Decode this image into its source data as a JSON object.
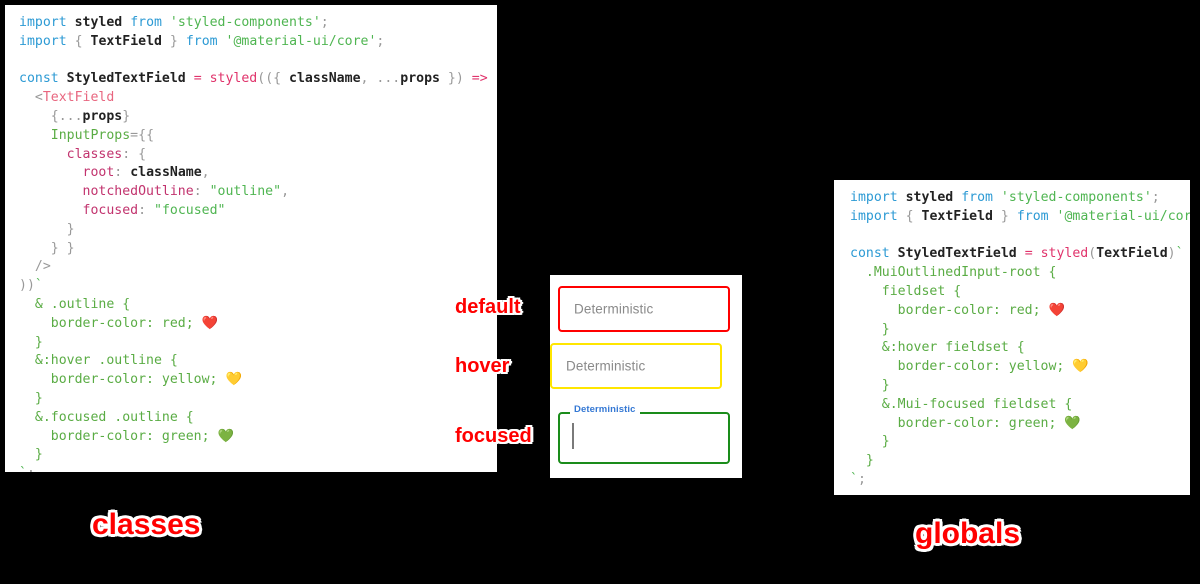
{
  "theme": {
    "background": "#000000",
    "panel_background": "#ffffff",
    "annotation_color": "#ff0000",
    "annotation_stroke": "#ffffff",
    "keyword_color": "#2c9ad4",
    "string_color": "#4fb551",
    "property_color": "#c2336e",
    "css_color": "#5aac44",
    "punctuation_color": "#999999"
  },
  "left_panel": {
    "caption": "classes",
    "code_lines": [
      "import styled from 'styled-components';",
      "import { TextField } from '@material-ui/core';",
      "",
      "const StyledTextField = styled(({ className, ...props }) => (",
      "  <TextField",
      "    {...props}",
      "    InputProps={{",
      "      classes: {",
      "        root: className,",
      "        notchedOutline: \"outline\",",
      "        focused: \"focused\"",
      "      }",
      "    } }",
      "  />",
      "))`",
      "  & .outline {",
      "    border-color: red; ❤️",
      "  }",
      "  &:hover .outline {",
      "    border-color: yellow; 💛",
      "  }",
      "  &.focused .outline {",
      "    border-color: green; 💚",
      "  }",
      "`;"
    ]
  },
  "right_panel": {
    "caption": "globals",
    "code_lines": [
      "import styled from 'styled-components';",
      "import { TextField } from '@material-ui/core';",
      "",
      "const StyledTextField = styled(TextField)`",
      "  .MuiOutlinedInput-root {",
      "    fieldset {",
      "      border-color: red; ❤️",
      "    }",
      "    &:hover fieldset {",
      "      border-color: yellow; 💛",
      "    }",
      "    &.Mui-focused fieldset {",
      "      border-color: green; 💚",
      "    }",
      "  }",
      "`;"
    ]
  },
  "demo": {
    "annotations": [
      {
        "label": "default",
        "state": "default"
      },
      {
        "label": "hover",
        "state": "hover"
      },
      {
        "label": "focused",
        "state": "focused"
      }
    ],
    "fields": [
      {
        "state": "default",
        "value": "Deterministic",
        "border_color": "#ff0000",
        "label_visible": false,
        "caret_visible": false
      },
      {
        "state": "hover",
        "value": "Deterministic",
        "border_color": "#ffe600",
        "label_visible": false,
        "caret_visible": false
      },
      {
        "state": "focused",
        "value": "",
        "floating_label": "Deterministic",
        "floating_label_color": "#3478d4",
        "border_color": "#1a8c1a",
        "label_visible": true,
        "caret_visible": true
      }
    ]
  }
}
